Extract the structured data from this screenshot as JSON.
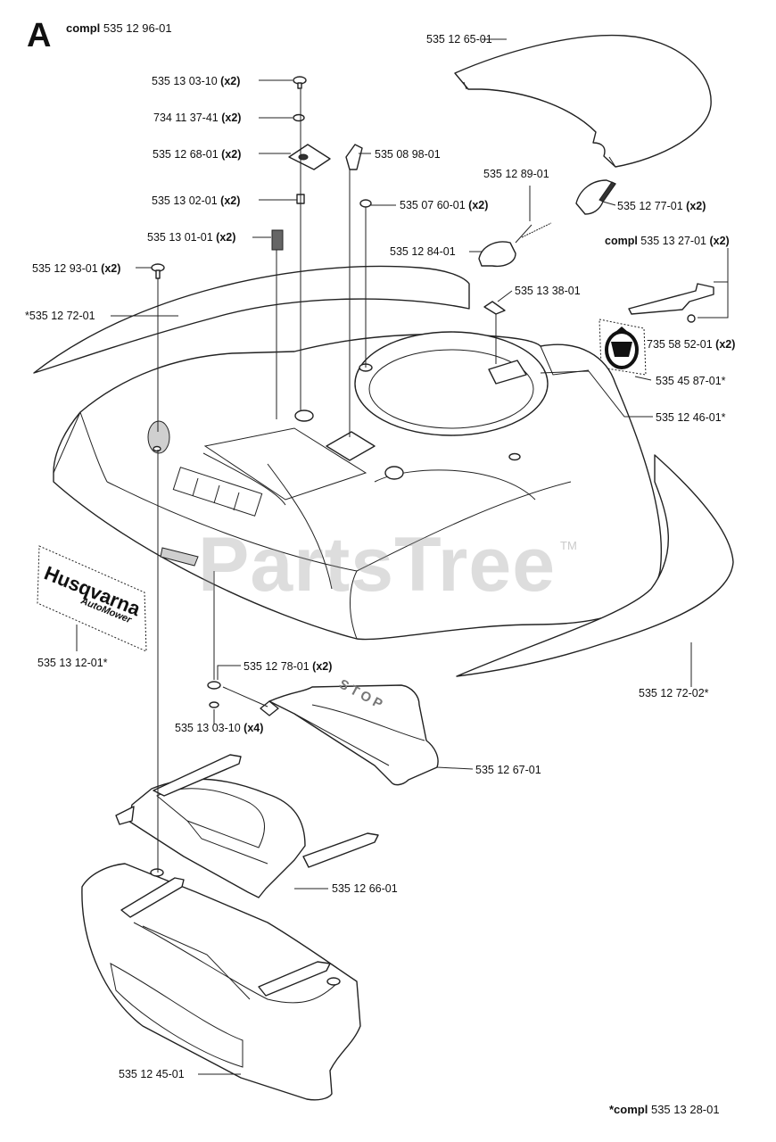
{
  "header": {
    "letter": "A",
    "compl_word": "compl",
    "compl_number": "535 12 96-01"
  },
  "watermark": {
    "text": "PartsTree",
    "tm": "TM"
  },
  "footer": {
    "compl_word": "*compl",
    "compl_number": "535 13 28-01"
  },
  "decals": {
    "brand": "Husqvarna",
    "model": "AutoMower",
    "stop": "STOP"
  },
  "labels": [
    {
      "id": "p1",
      "number": "535 12 65-01",
      "qty": ""
    },
    {
      "id": "p2",
      "number": "535 13 03-10",
      "qty": "(x2)"
    },
    {
      "id": "p3",
      "number": "734 11 37-41",
      "qty": "(x2)"
    },
    {
      "id": "p4",
      "number": "535 12 68-01",
      "qty": "(x2)"
    },
    {
      "id": "p5",
      "number": "535 08 98-01",
      "qty": ""
    },
    {
      "id": "p6",
      "number": "535 12 89-01",
      "qty": ""
    },
    {
      "id": "p7",
      "number": "535 12 77-01",
      "qty": "(x2)"
    },
    {
      "id": "p8",
      "number": "535 13 02-01",
      "qty": "(x2)"
    },
    {
      "id": "p9",
      "number": "535 07 60-01",
      "qty": "(x2)"
    },
    {
      "id": "p10",
      "number": "535 13 01-01",
      "qty": "(x2)"
    },
    {
      "id": "p11",
      "number": "535 12 84-01",
      "qty": ""
    },
    {
      "id": "p12",
      "number": "535 13 27-01",
      "qty": "(x2)",
      "compl": "compl"
    },
    {
      "id": "p13",
      "number": "535 12 93-01",
      "qty": "(x2)"
    },
    {
      "id": "p14",
      "number": "535 13 38-01",
      "qty": ""
    },
    {
      "id": "p15",
      "number": "*535 12 72-01",
      "qty": ""
    },
    {
      "id": "p16",
      "number": "735 58 52-01",
      "qty": "(x2)"
    },
    {
      "id": "p17",
      "number": "535 45 87-01*",
      "qty": ""
    },
    {
      "id": "p18",
      "number": "535 12 46-01*",
      "qty": ""
    },
    {
      "id": "p19",
      "number": "535 13 12-01*",
      "qty": ""
    },
    {
      "id": "p20",
      "number": "535 12 72-02*",
      "qty": ""
    },
    {
      "id": "p21",
      "number": "535 12 78-01",
      "qty": "(x2)"
    },
    {
      "id": "p22",
      "number": "535 13 03-10",
      "qty": "(x4)"
    },
    {
      "id": "p23",
      "number": "535 12 67-01",
      "qty": ""
    },
    {
      "id": "p24",
      "number": "535 12 66-01",
      "qty": ""
    },
    {
      "id": "p25",
      "number": "535 12 45-01",
      "qty": ""
    }
  ]
}
